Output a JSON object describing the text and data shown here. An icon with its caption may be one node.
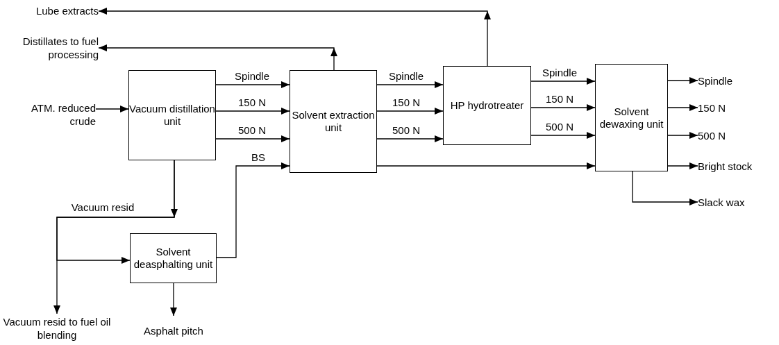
{
  "diagram": {
    "nodes": [
      {
        "text": [
          "Lube extracts"
        ]
      },
      {
        "text": [
          "Distillates to fuel processing"
        ]
      },
      {
        "text": [
          "ATM. reduced crude"
        ]
      },
      {
        "text": [
          "Vacuum distillation unit"
        ]
      },
      {
        "text": [
          "Solvent extraction unit"
        ]
      },
      {
        "text": [
          "HP hydrotreater"
        ]
      },
      {
        "text": [
          "Solvent dewaxing unit"
        ]
      },
      {
        "text": [
          "Solvent deasphalting unit"
        ]
      },
      {
        "text": [
          "Vacuum resid to fuel oil blending"
        ]
      },
      {
        "text": [
          "Asphalt pitch"
        ]
      },
      {
        "text": [
          "Spindle"
        ]
      },
      {
        "text": [
          "150 N"
        ]
      },
      {
        "text": [
          "500 N"
        ]
      },
      {
        "text": [
          "Bright stock"
        ]
      },
      {
        "text": [
          "Slack wax"
        ]
      }
    ],
    "edges": [
      {
        "from": 2,
        "to": 3,
        "arrow": "to"
      },
      {
        "from": 3,
        "to": 4,
        "arrow": "to",
        "label": "Spindle"
      },
      {
        "from": 3,
        "to": 4,
        "arrow": "to",
        "label": "150 N"
      },
      {
        "from": 3,
        "to": 4,
        "arrow": "to",
        "label": "500 N"
      },
      {
        "from": 7,
        "to": 4,
        "arrow": "to",
        "label": "BS"
      },
      {
        "from": 4,
        "to": 1,
        "arrow": "to"
      },
      {
        "from": 4,
        "to": 5,
        "arrow": "to",
        "label": "Spindle"
      },
      {
        "from": 4,
        "to": 5,
        "arrow": "to",
        "label": "150 N"
      },
      {
        "from": 4,
        "to": 5,
        "arrow": "to",
        "label": "500 N"
      },
      {
        "from": 4,
        "to": 6,
        "arrow": "to"
      },
      {
        "from": 5,
        "to": 0,
        "arrow": "to"
      },
      {
        "from": 5,
        "to": 6,
        "arrow": "to",
        "label": "Spindle"
      },
      {
        "from": 5,
        "to": 6,
        "arrow": "to",
        "label": "150 N"
      },
      {
        "from": 5,
        "to": 6,
        "arrow": "to",
        "label": "500 N"
      },
      {
        "from": 6,
        "to": 10,
        "arrow": "to"
      },
      {
        "from": 6,
        "to": 11,
        "arrow": "to"
      },
      {
        "from": 6,
        "to": 12,
        "arrow": "to"
      },
      {
        "from": 6,
        "to": 13,
        "arrow": "to"
      },
      {
        "from": 6,
        "to": 14,
        "arrow": "to"
      },
      {
        "from": 3,
        "to": 7,
        "arrow": "to",
        "label": "Vacuum resid"
      },
      {
        "from": 3,
        "to": 8,
        "arrow": "to"
      },
      {
        "from": 7,
        "to": 9,
        "arrow": "to"
      }
    ]
  }
}
